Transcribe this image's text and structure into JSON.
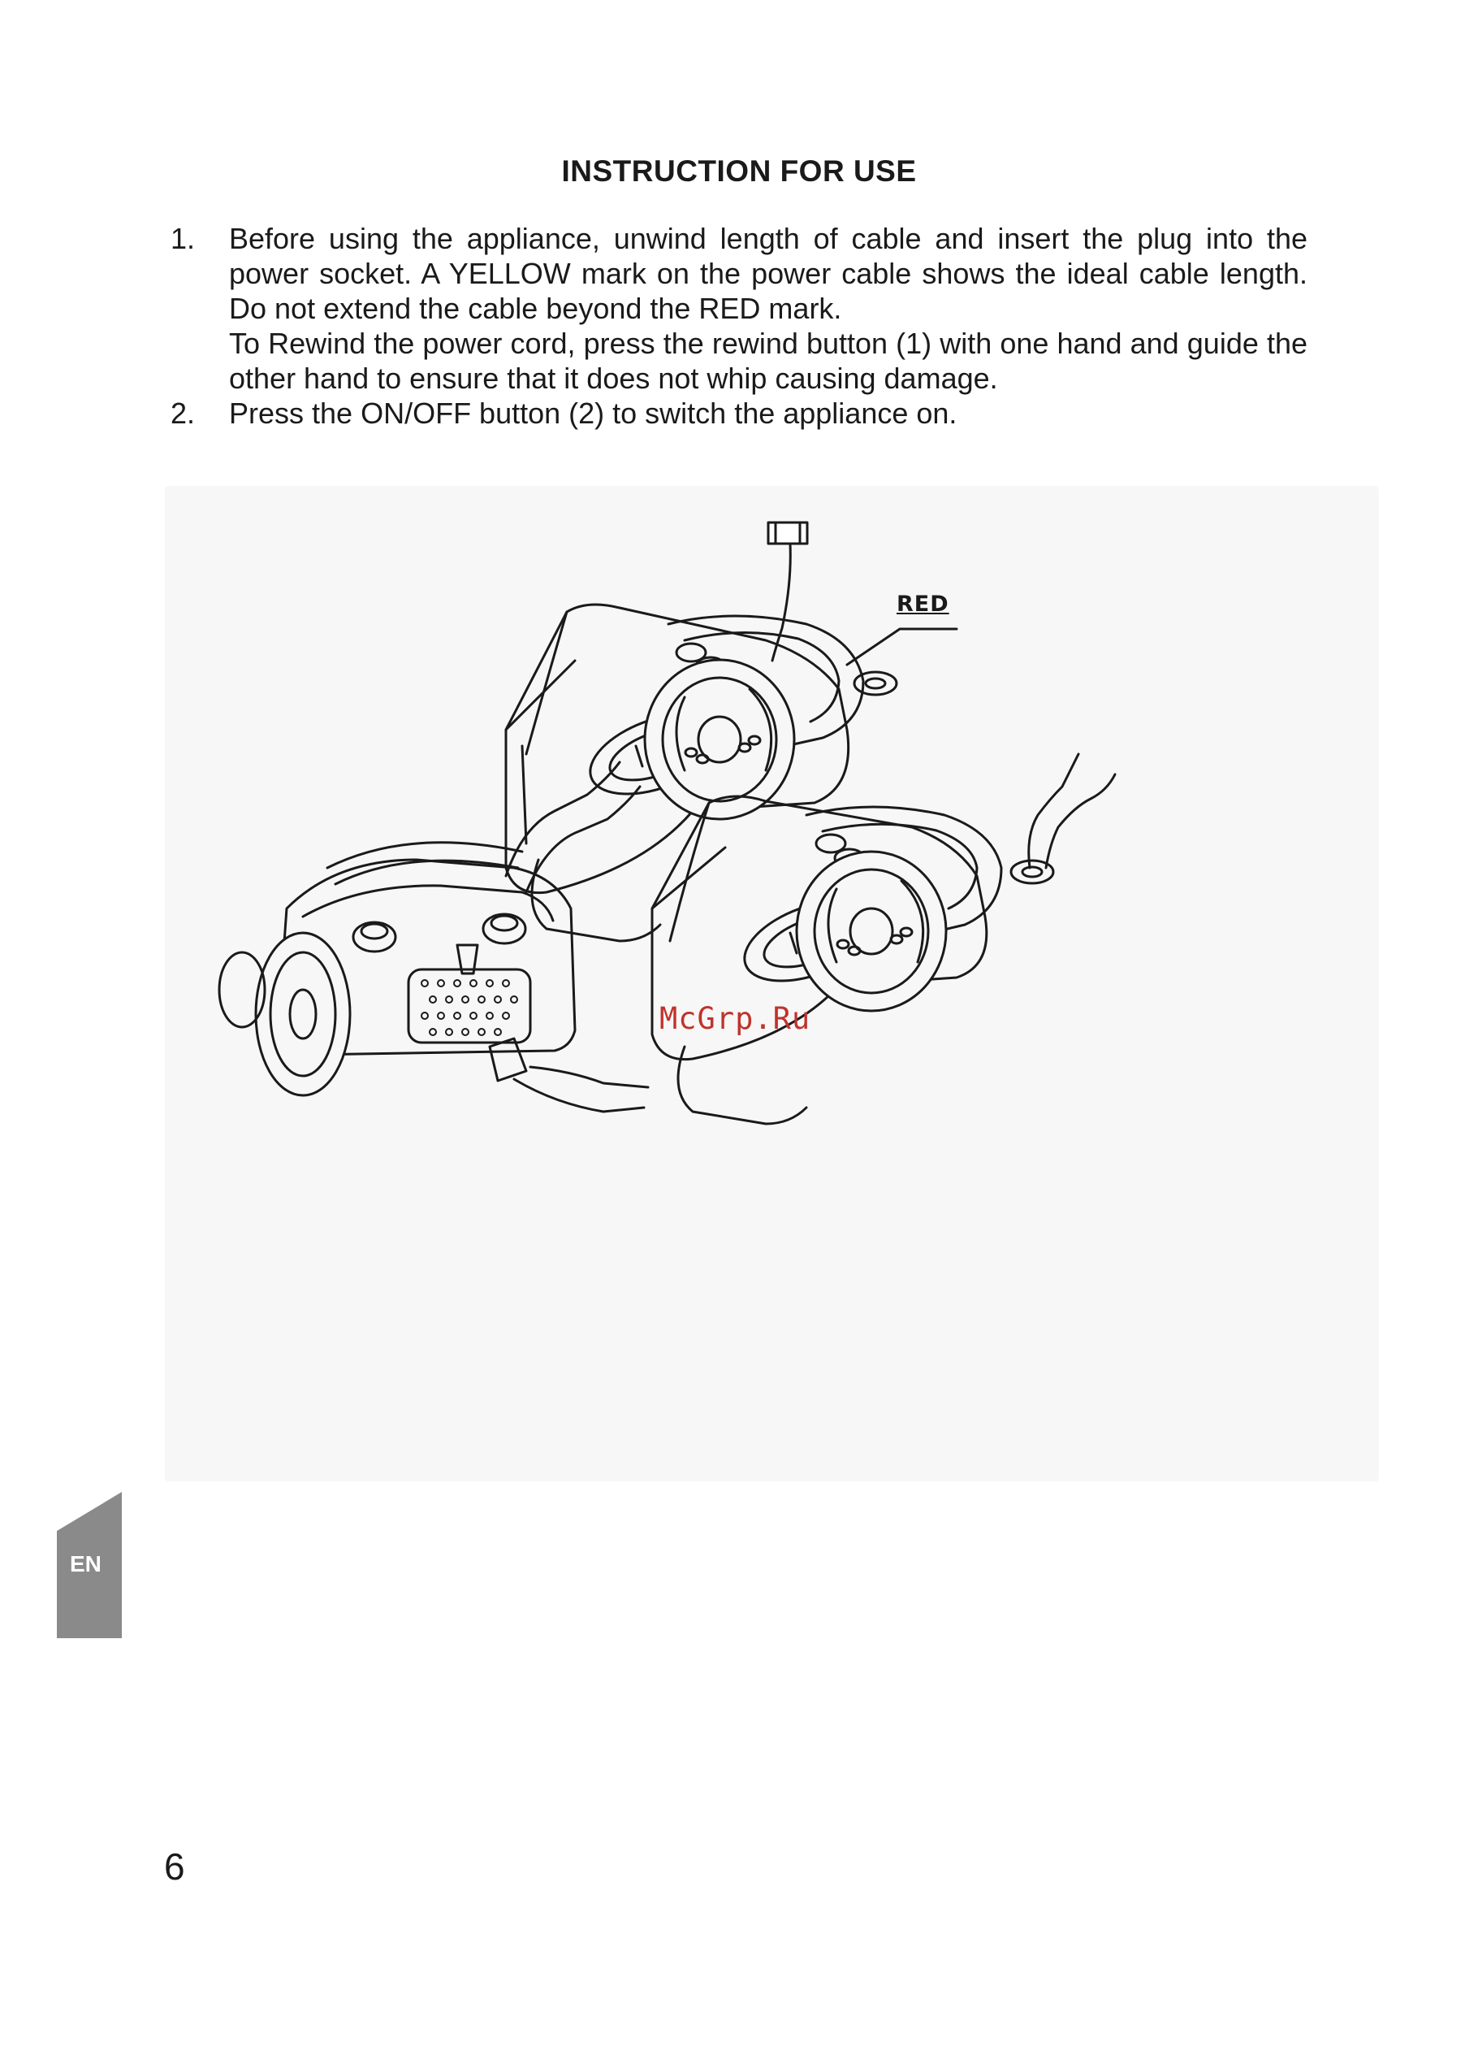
{
  "document": {
    "title": "INSTRUCTION FOR USE",
    "steps": [
      {
        "number": "1.",
        "text": "Before using the appliance, unwind length of cable and insert the plug into the power socket. A YELLOW mark on the power cable shows the ideal cable length. Do not extend the cable beyond the RED mark.",
        "continuation": "To Rewind the power cord, press the rewind button (1) with one hand and guide the other hand to ensure that it does not whip causing damage."
      },
      {
        "number": "2.",
        "text": "Press the ON/OFF button (2) to switch the appliance on."
      }
    ]
  },
  "figure": {
    "label_red": "RED",
    "watermark": "McGrp.Ru"
  },
  "sidebar": {
    "language_tab": "EN"
  },
  "footer": {
    "page_number": "6"
  },
  "colors": {
    "tab": "#8a8a8a",
    "watermark": "#c0332c",
    "figure_bg": "#f7f7f7"
  }
}
